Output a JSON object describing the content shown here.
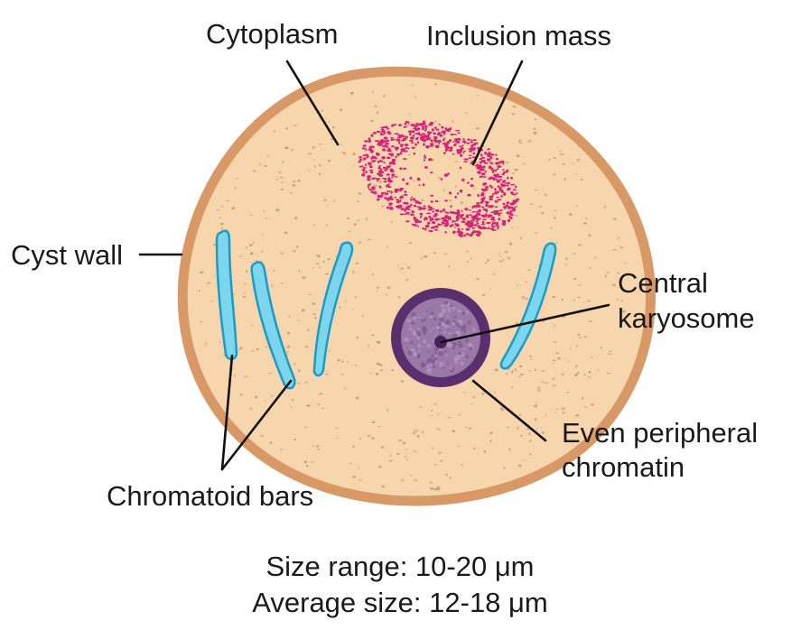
{
  "labels": {
    "cytoplasm": "Cytoplasm",
    "inclusion_mass": "Inclusion mass",
    "cyst_wall": "Cyst wall",
    "central_line1": "Central",
    "central_line2": "karyosome",
    "even_line1": "Even peripheral",
    "even_line2": "chromatin",
    "chromatoid_bars": "Chromatoid bars"
  },
  "caption": {
    "size_range": "Size range: 10-20 μm",
    "average_size": "Average size: 12-18 μm"
  },
  "colors": {
    "cytoplasm_fill": "#f7d6ae",
    "cyst_wall": "#d99966",
    "cytoplasm_dots": "#c9996e",
    "inclusion_mass": "#d4257a",
    "chromatoid_fill": "#7dd6ee",
    "chromatoid_stroke": "#1a9cc4",
    "nucleus_chromatin": "#5a2f6e",
    "karyosome": "#4a1f5e",
    "nucleoplasm": "#9a78a8"
  }
}
